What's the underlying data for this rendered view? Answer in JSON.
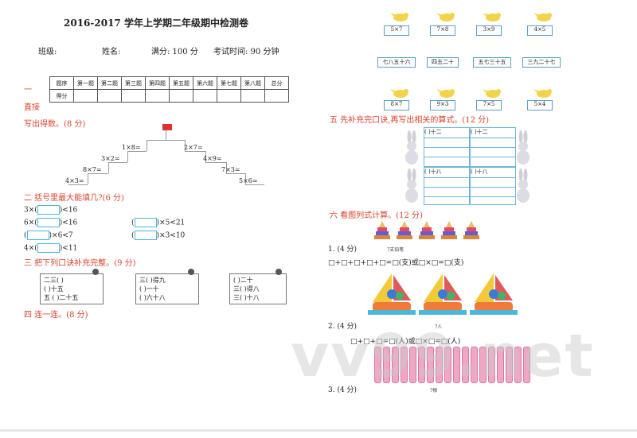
{
  "header": {
    "title": "2016-2017 学年上学期二年级期中检测卷",
    "class_label": "班级:",
    "name_label": "姓名:",
    "score_label": "满分: 100 分",
    "time_label": "考试时间: 90 分钟"
  },
  "score_table": {
    "row1": [
      "题序",
      "第一题",
      "第二题",
      "第三题",
      "第四题",
      "第五题",
      "第六题",
      "第七题",
      "第八题",
      "总分"
    ],
    "row2_label": "得分"
  },
  "section1": {
    "heading_a": "一",
    "heading_b": "直接",
    "heading_c": "写出得数。(8 分)",
    "steps": [
      "1×8=",
      "2×7=",
      "3×2=",
      "4×9=",
      "8×7=",
      "7×3=",
      "4×3=",
      "5×6="
    ]
  },
  "section2": {
    "heading": "二  括号里最大能填几?(6 分)",
    "items": [
      {
        "pre": "3×(",
        "post": ")<16"
      },
      {
        "pre": "6×(",
        "post": ")<16"
      },
      {
        "pre": "(",
        "post": ")×6<7"
      },
      {
        "pre": "4×(",
        "post": ")<11"
      },
      {
        "pre": "(",
        "post": ")×5<21"
      },
      {
        "pre": "(",
        "post": ")×3<10"
      }
    ]
  },
  "section3": {
    "heading": "三  把下列口诀补充完整。(9 分)",
    "cards": [
      [
        "二三(     )",
        "(     )十五",
        "五 (     )二十五"
      ],
      [
        "三(     )得九",
        "(     )一十",
        "(     )六十八"
      ],
      [
        "(     )二十",
        "三(     )得八",
        "三(     )十八"
      ]
    ]
  },
  "section4": {
    "heading": "四  连一连。(8 分)"
  },
  "connect": {
    "top_eq": [
      "5×7",
      "7×8",
      "3×9",
      "4×5"
    ],
    "mid_words": [
      "七八五十六",
      "四五二十",
      "五七三十五",
      "三九二十七"
    ],
    "bottom_eq": [
      "8×7",
      "9×3",
      "7×5",
      "5×4"
    ]
  },
  "section5": {
    "heading": "五  先补充完口诀,再写出相关的算式。(12 分)",
    "left_top": "(     )十二",
    "left_bottom": "(     )十八",
    "right_top": "(     )十二",
    "right_bottom": "(     )十八"
  },
  "section6": {
    "heading": "六  看图列式计算。(12 分)",
    "q1": "1.  (4 分)",
    "q1_note": "?支铅笔",
    "q1_formula": "□+□+□+□+□=□(支)或□×□=□(支)",
    "q2": "2.  (4 分)",
    "q2_note": "?人",
    "q2_formula": "□+□+□=□(人)或□×□=□(人)",
    "q3": "3.  (4 分)",
    "q3_note": "?根"
  },
  "watermark": "vv99.net",
  "colors": {
    "red": "#d8452e",
    "blue": "#4ab8d8",
    "pink": "#f2a6c6"
  }
}
